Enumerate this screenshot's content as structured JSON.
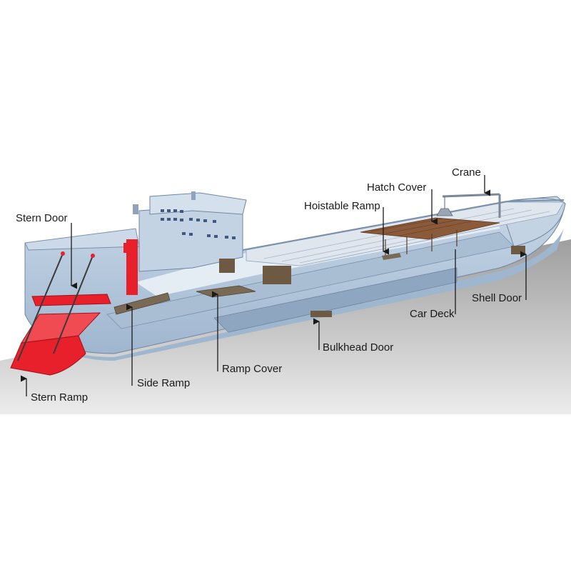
{
  "labels": {
    "stern_door": "Stern Door",
    "stern_ramp": "Stern Ramp",
    "side_ramp": "Side Ramp",
    "ramp_cover": "Ramp Cover",
    "bulkhead_door": "Bulkhead Door",
    "car_deck": "Car Deck",
    "shell_door": "Shell Door",
    "hoistable_ramp": "Hoistable Ramp",
    "hatch_cover": "Hatch  Cover",
    "crane": "Crane"
  },
  "colors": {
    "hull": "#b9cce0",
    "hull_dark": "#8fa8c4",
    "deck": "#d7e2ee",
    "sea": "#b3b3b3",
    "stern_ramp": "#e8202c",
    "hatch_cover": "#8a5a3a",
    "ramp_cover": "#7a6a55"
  }
}
